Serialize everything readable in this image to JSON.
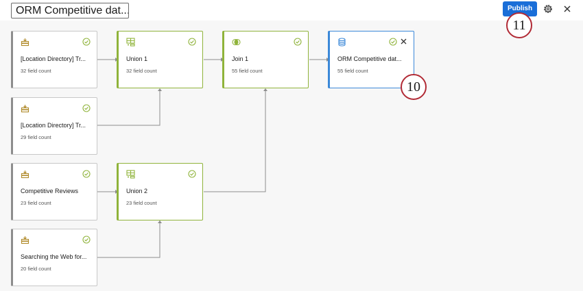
{
  "header": {
    "title_value": "ORM Competitive dat...",
    "publish_label": "Publish"
  },
  "nodes": {
    "source_location_1": {
      "label": "[Location Directory] Tr...",
      "count": "32 field count"
    },
    "source_location_2": {
      "label": "[Location Directory] Tr...",
      "count": "29 field count"
    },
    "source_competitive": {
      "label": "Competitive Reviews",
      "count": "23 field count"
    },
    "source_searching": {
      "label": "Searching the Web for...",
      "count": "20 field count"
    },
    "union_1": {
      "label": "Union 1",
      "count": "32 field count"
    },
    "union_2": {
      "label": "Union 2",
      "count": "23 field count"
    },
    "join_1": {
      "label": "Join 1",
      "count": "55 field count"
    },
    "output": {
      "label": "ORM Competitive dat...",
      "count": "55 field count"
    }
  },
  "callouts": {
    "output_step": "10",
    "publish_step": "11"
  },
  "colors": {
    "accent_blue": "#1a6ed8",
    "success_green": "#8fb33a",
    "source_icon": "#b08a2a",
    "callout_red": "#b12a35"
  },
  "icons": {
    "source": "database-stack-icon",
    "union": "table-union-icon",
    "join": "join-icon",
    "output": "database-icon",
    "status": "check-circle-icon",
    "settings": "gear-icon",
    "close": "close-icon"
  }
}
